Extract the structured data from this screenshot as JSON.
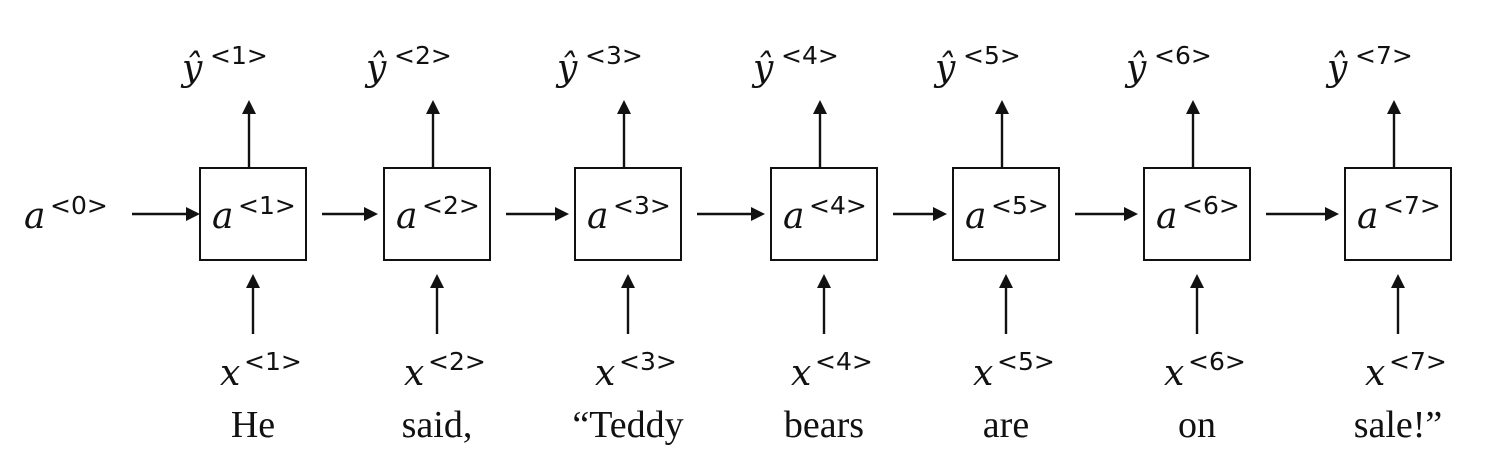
{
  "initial_state": {
    "symbol": "a",
    "superscript": "<0>"
  },
  "steps": [
    {
      "output": "ŷ",
      "output_sup": "<1>",
      "state": "a",
      "state_sup": "<1>",
      "input": "x",
      "input_sup": "<1>",
      "word": "He"
    },
    {
      "output": "ŷ",
      "output_sup": "<2>",
      "state": "a",
      "state_sup": "<2>",
      "input": "x",
      "input_sup": "<2>",
      "word": "said,"
    },
    {
      "output": "ŷ",
      "output_sup": "<3>",
      "state": "a",
      "state_sup": "<3>",
      "input": "x",
      "input_sup": "<3>",
      "word": "“Teddy"
    },
    {
      "output": "ŷ",
      "output_sup": "<4>",
      "state": "a",
      "state_sup": "<4>",
      "input": "x",
      "input_sup": "<4>",
      "word": "bears"
    },
    {
      "output": "ŷ",
      "output_sup": "<5>",
      "state": "a",
      "state_sup": "<5>",
      "input": "x",
      "input_sup": "<5>",
      "word": "are"
    },
    {
      "output": "ŷ",
      "output_sup": "<6>",
      "state": "a",
      "state_sup": "<6>",
      "input": "x",
      "input_sup": "<6>",
      "word": "on"
    },
    {
      "output": "ŷ",
      "output_sup": "<7>",
      "state": "a",
      "state_sup": "<7>",
      "input": "x",
      "input_sup": "<7>",
      "word": "sale!”"
    }
  ],
  "colors": {
    "ink": "#111111",
    "background": "#ffffff"
  }
}
